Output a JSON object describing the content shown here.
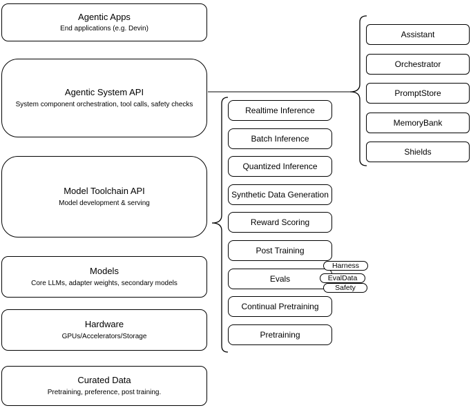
{
  "diagram": {
    "left_stack": [
      {
        "title": "Agentic Apps",
        "subtitle": "End applications (e.g. Devin)"
      },
      {
        "title": "Agentic System API",
        "subtitle": "System component orchestration, tool calls, safety checks"
      },
      {
        "title": "Model Toolchain API",
        "subtitle": "Model development & serving"
      },
      {
        "title": "Models",
        "subtitle": "Core LLMs, adapter weights, secondary models"
      },
      {
        "title": "Hardware",
        "subtitle": "GPUs/Accelerators/Storage"
      },
      {
        "title": "Curated Data",
        "subtitle": "Pretraining, preference, post training."
      }
    ],
    "toolchain_nodes": [
      "Realtime Inference",
      "Batch Inference",
      "Quantized Inference",
      "Synthetic Data Generation",
      "Reward Scoring",
      "Post Training",
      "Evals",
      "Continual Pretraining",
      "Pretraining"
    ],
    "evals_tags": [
      "Harness",
      "EvalData",
      "Safety"
    ],
    "system_nodes": [
      "Assistant",
      "Orchestrator",
      "PromptStore",
      "MemoryBank",
      "Shields"
    ],
    "colors": {
      "stroke": "#000000",
      "fill": "#ffffff",
      "text": "#000000"
    }
  }
}
